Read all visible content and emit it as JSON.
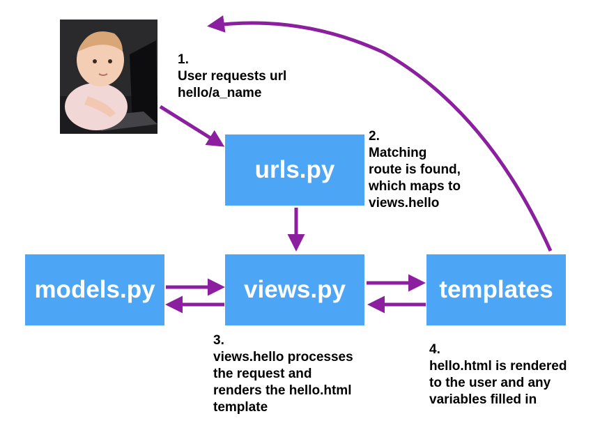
{
  "colors": {
    "box": "#4da6f5",
    "arrow": "#8b1fa0",
    "text": "#000000"
  },
  "image": {
    "label": "baby-at-laptop"
  },
  "boxes": {
    "urls": "urls.py",
    "views": "views.py",
    "models": "models.py",
    "templates": "templates"
  },
  "notes": {
    "step1": {
      "num": "1.",
      "text": "User requests url\nhello/a_name"
    },
    "step2": {
      "num": "2.",
      "text": "Matching\nroute is found,\nwhich maps to\nviews.hello"
    },
    "step3": {
      "num": "3.",
      "text": "views.hello processes\nthe request and\nrenders the hello.html\ntemplate"
    },
    "step4": {
      "num": "4.",
      "text": "hello.html is rendered\nto the user and any\nvariables filled in"
    }
  }
}
